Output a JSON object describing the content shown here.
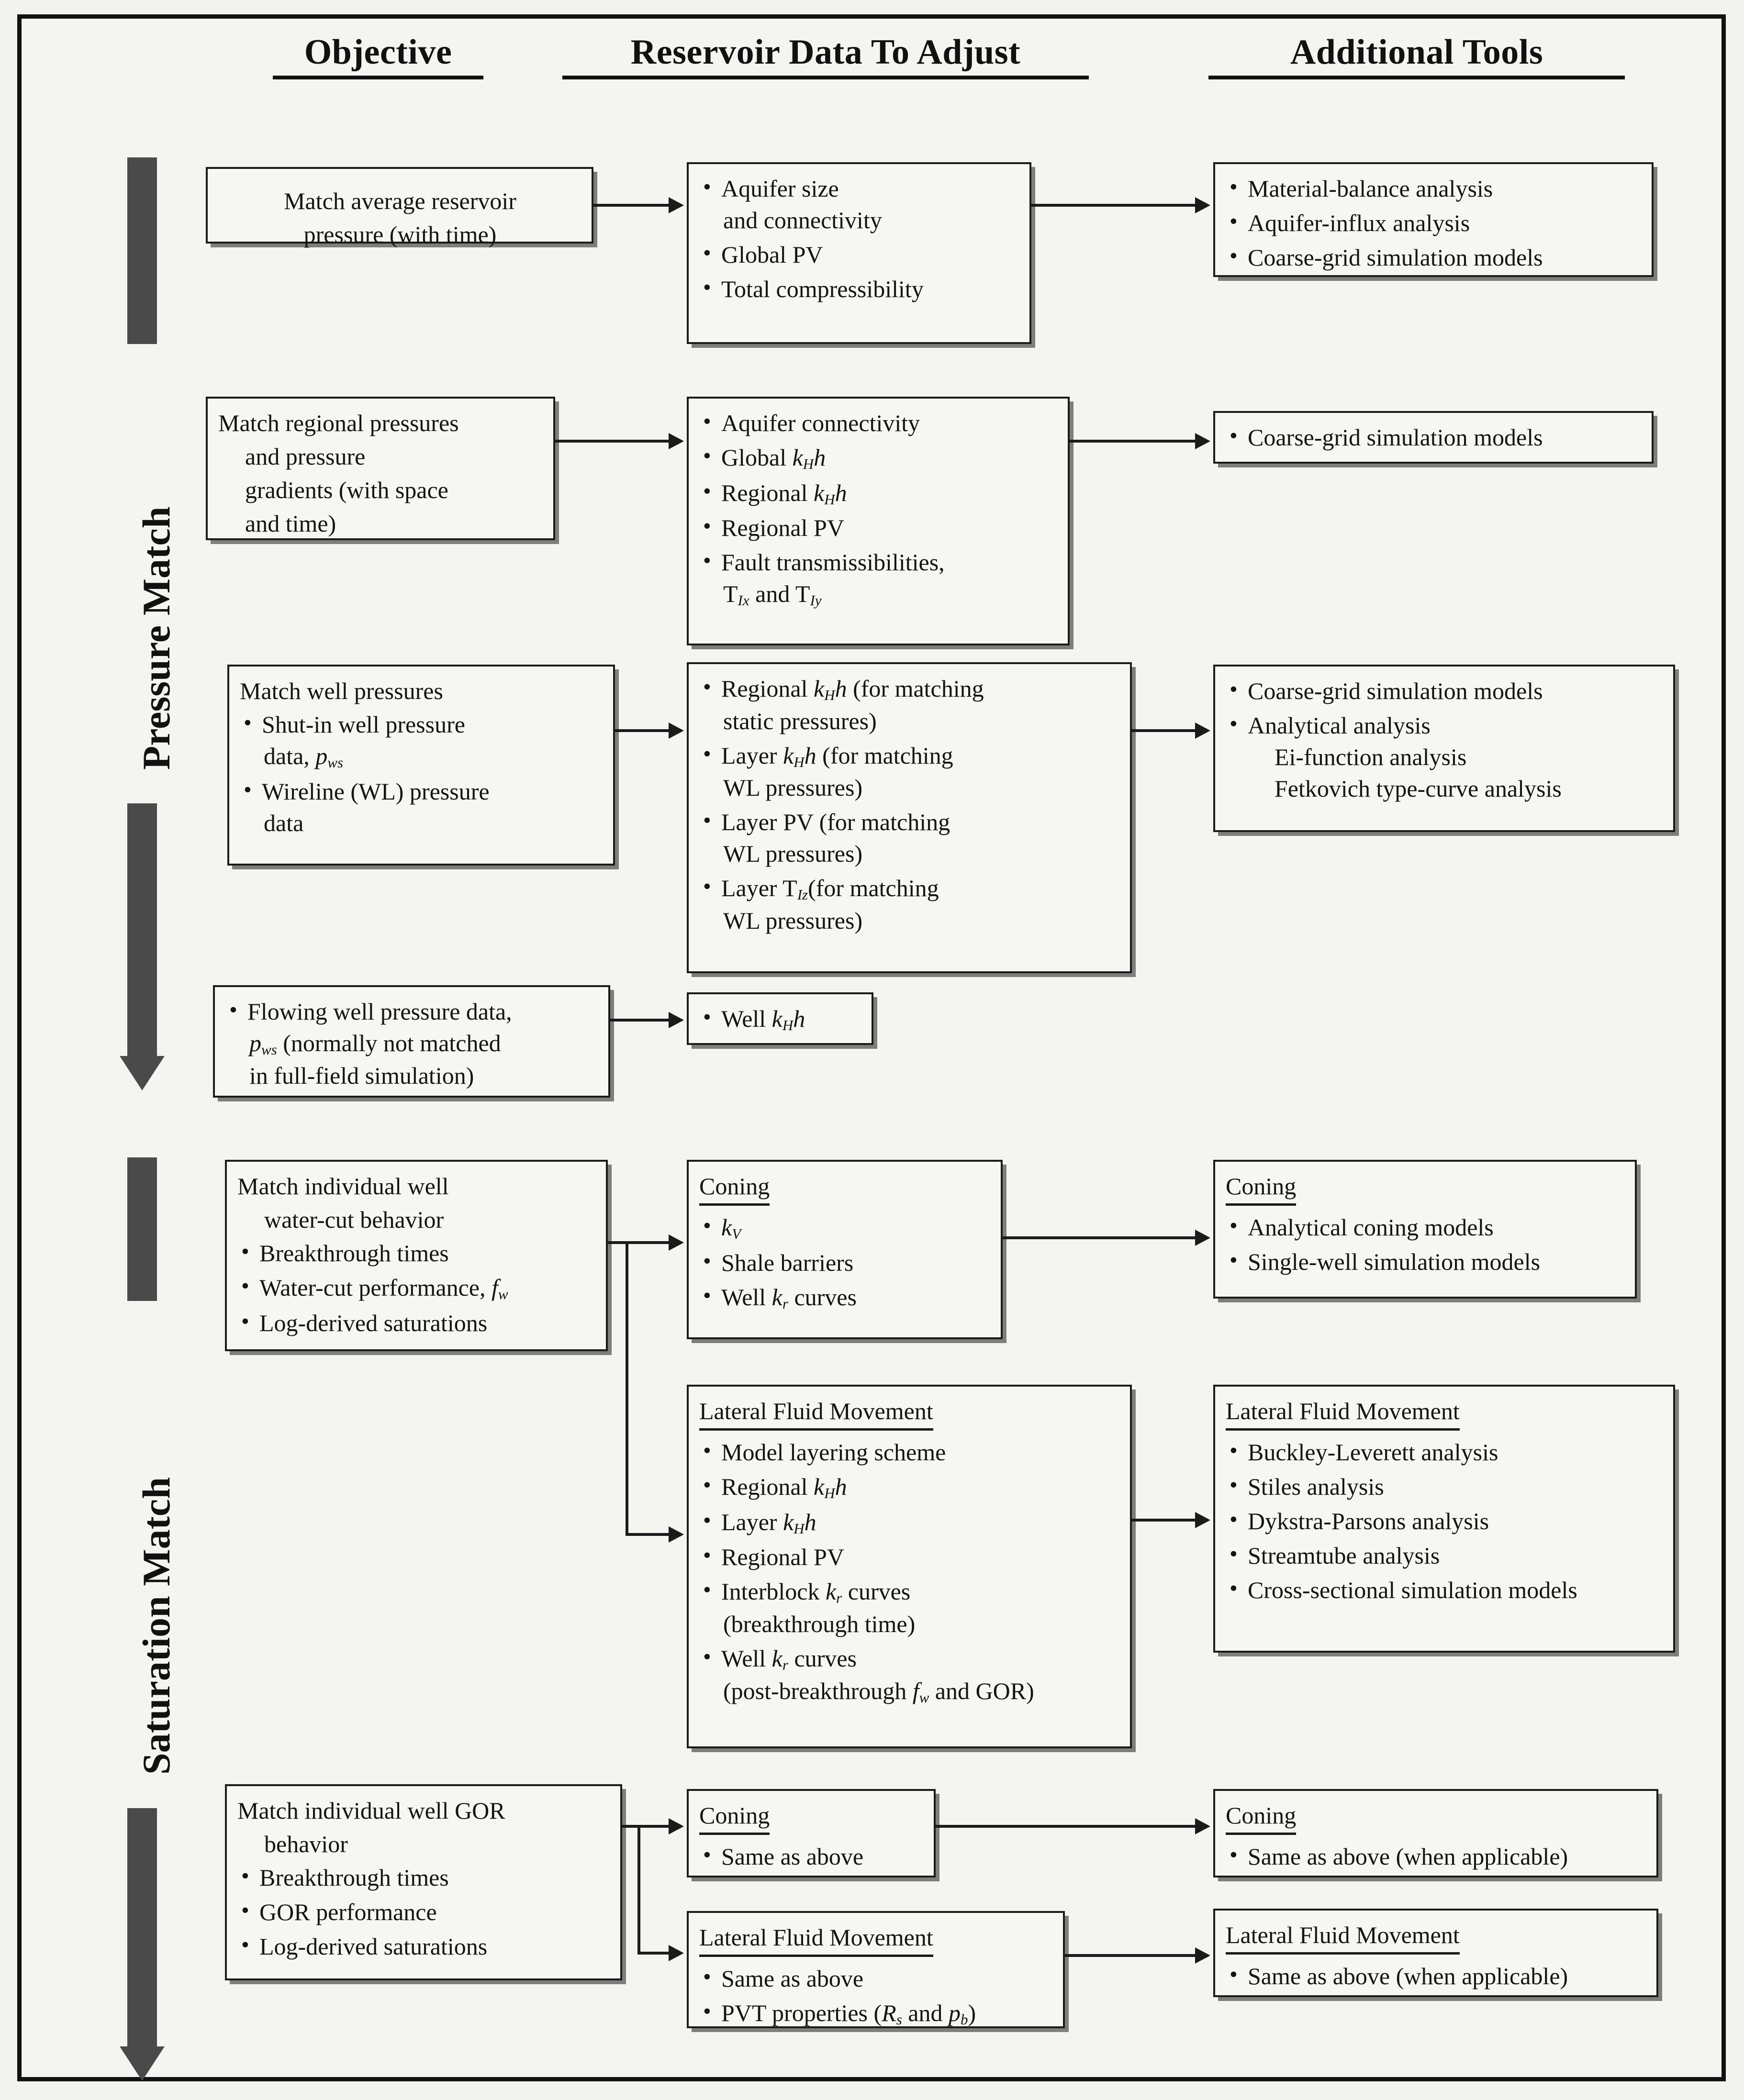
{
  "figure": {
    "title": "History-matching workflow: objectives, reservoir data to adjust, and additional tools"
  },
  "columns": {
    "objective": "Objective",
    "reservoir_data": "Reservoir Data To Adjust",
    "additional_tools": "Additional Tools"
  },
  "phases": {
    "pressure": "Pressure Match",
    "saturation": "Saturation Match"
  },
  "rows": [
    {
      "id": "avg-reservoir-pressure",
      "objective": {
        "lines": [
          "Match average reservoir",
          "pressure (with time)"
        ]
      },
      "data": {
        "items": [
          "Aquifer   size",
          "and connectivity",
          "Global PV",
          "Total compressibility"
        ]
      },
      "tools": {
        "items": [
          "Material-balance analysis",
          "Aquifer-influx analysis",
          "Coarse-grid simulation models"
        ]
      }
    },
    {
      "id": "regional-pressures",
      "objective": {
        "lines": [
          "Match regional pressures",
          "and pressure",
          "gradients (with  space",
          "and time)"
        ]
      },
      "data": {
        "items": [
          "Aquifer connectivity",
          "Global kHh",
          "Regional kHh",
          "Regional PV",
          "Fault transmissibilities,",
          "TIx and TIy"
        ]
      },
      "tools": {
        "items": [
          "Coarse-grid simulation models"
        ]
      }
    },
    {
      "id": "well-pressures",
      "objective": {
        "heading": "Match well pressures",
        "items": [
          "Shut-in well pressure",
          "data, pws",
          "Wireline (WL) pressure",
          "data"
        ]
      },
      "data": {
        "items": [
          "Regional kHh (for matching",
          "static pressures)",
          "Layer kHh (for matching",
          "WL pressures)",
          "Layer PV (for matching",
          "WL pressures)",
          "Layer TIz(for matching",
          "WL pressures)"
        ]
      },
      "tools": {
        "items": [
          "Coarse-grid simulation models",
          "Analytical analysis",
          "Ei-function analysis",
          "Fetkovich type-curve analysis"
        ]
      }
    },
    {
      "id": "flowing-well-pressure",
      "objective": {
        "items": [
          "Flowing well pressure data,",
          "pws (normally not matched",
          "in full-field simulation)"
        ]
      },
      "data": {
        "items": [
          "Well kHh"
        ]
      },
      "tools": {
        "items": []
      }
    },
    {
      "id": "water-cut-behavior",
      "objective": {
        "lines": [
          "Match individual well",
          "water-cut behavior"
        ],
        "items": [
          "Breakthrough times",
          "Water-cut performance, fw",
          "Log-derived saturations"
        ]
      },
      "data_coning": {
        "heading": "Coning",
        "items": [
          "kV",
          "Shale barriers",
          "Well kr curves"
        ]
      },
      "tools_coning": {
        "heading": "Coning",
        "items": [
          "Analytical coning models",
          "Single-well simulation models"
        ]
      },
      "data_lateral": {
        "heading": "Lateral Fluid Movement",
        "items": [
          "Model layering scheme",
          "Regional kHh",
          "Layer kHh",
          "Regional PV",
          "Interblock kr curves",
          "(breakthrough time)",
          "Well kr curves",
          "(post-breakthrough fw and GOR)"
        ]
      },
      "tools_lateral": {
        "heading": "Lateral Fluid Movement",
        "items": [
          "Buckley-Leverett analysis",
          "Stiles analysis",
          "Dykstra-Parsons analysis",
          "Streamtube analysis",
          "Cross-sectional simulation models"
        ]
      }
    },
    {
      "id": "gor-behavior",
      "objective": {
        "lines": [
          "Match individual well GOR",
          "behavior"
        ],
        "items": [
          "Breakthrough times",
          "GOR performance",
          "Log-derived saturations"
        ]
      },
      "data_coning": {
        "heading": "Coning",
        "items": [
          "Same as above"
        ]
      },
      "tools_coning": {
        "heading": "Coning",
        "items": [
          "Same as above (when applicable)"
        ]
      },
      "data_lateral": {
        "heading": "Lateral Fluid Movement",
        "items": [
          "Same as above",
          "PVT properties (Rs and pb)"
        ]
      },
      "tools_lateral": {
        "heading": "Lateral Fluid Movement",
        "items": [
          "Same as above (when applicable)"
        ]
      }
    }
  ],
  "colors": {
    "ink": "#141414",
    "arrow_gray": "#4a4a4a",
    "page": "#f4f4f1"
  }
}
